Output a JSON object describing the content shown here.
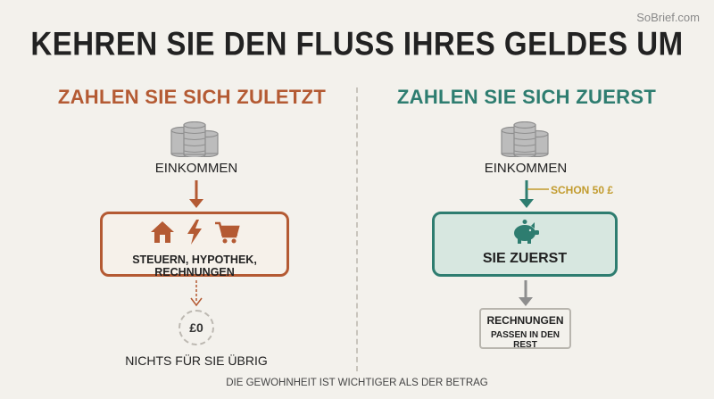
{
  "brand": "SoBrief.com",
  "title": "KEHREN SIE DEN FLUSS IHRES GELDES UM",
  "left": {
    "heading": "ZAHLEN SIE SICH ZULETZT",
    "income_label": "EINKOMMEN",
    "expenses_label": "STEUERN, HYPOTHEK, RECHNUNGEN",
    "remainder_value": "£0",
    "remainder_label": "NICHTS FÜR SIE ÜBRIG",
    "icons": [
      "house-icon",
      "lightning-icon",
      "cart-icon"
    ],
    "color": "#b45a33"
  },
  "right": {
    "heading": "ZAHLEN SIE SICH ZUERST",
    "income_label": "EINKOMMEN",
    "transfer_note": "SCHON 50 £",
    "savings_label": "SIE ZUERST",
    "bills_line1": "RECHNUNGEN",
    "bills_line2": "PASSEN IN DEN REST",
    "icons": [
      "piggy-bank-icon"
    ],
    "color": "#2e7d70",
    "note_color": "#c29b2d"
  },
  "footer": "DIE GEWOHNHEIT IST WICHTIGER ALS DER BETRAG"
}
